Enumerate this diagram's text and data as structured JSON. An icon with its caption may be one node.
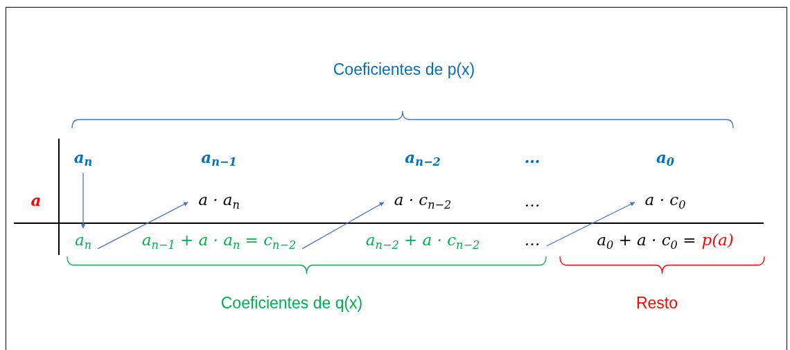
{
  "diagram": {
    "nodes": [
      {
        "text": [
          "a$_{n}$"
        ]
      },
      {
        "text": [
          "a$_{n−1}$"
        ]
      },
      {
        "text": [
          "a$_{n−2}$"
        ]
      },
      {
        "text": [
          "…"
        ]
      },
      {
        "text": [
          "a$_{0}$"
        ]
      },
      {
        "text": [
          "a"
        ]
      },
      {
        "text": [
          "a · a$_{n}$"
        ]
      },
      {
        "text": [
          "a · c$_{n−2}$"
        ]
      },
      {
        "text": [
          "…"
        ]
      },
      {
        "text": [
          "a · c$_{0}$"
        ]
      },
      {
        "text": [
          "a$_{n}$"
        ]
      },
      {
        "text": [
          "a$_{n−1}$ + a · a$_{n}$ = c$_{n−2}$"
        ]
      },
      {
        "text": [
          "a$_{n−2}$ + a · c$_{n−2}$"
        ]
      },
      {
        "text": [
          "…"
        ]
      },
      {
        "text": [
          "a$_{0}$ + a · c$_{0}$ =",
          "p(a)"
        ]
      }
    ],
    "edges": [
      {
        "from": 0,
        "to": 10,
        "arrow": "to"
      },
      {
        "from": 10,
        "to": 6,
        "arrow": "to"
      },
      {
        "from": 11,
        "to": 7,
        "arrow": "to"
      },
      {
        "from": 13,
        "to": 9,
        "arrow": "to"
      }
    ],
    "labels": [
      "Coeficientes de p(x)",
      "Coeficientes de q(x)",
      "Resto"
    ]
  }
}
